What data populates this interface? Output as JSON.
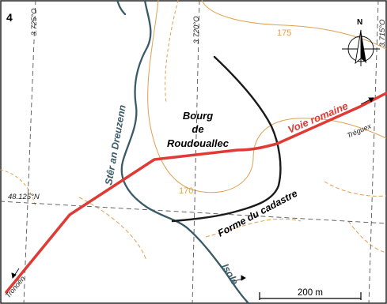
{
  "panel": {
    "number": "4"
  },
  "longitudes": [
    "3.725°O",
    "3.720°O",
    "3.715°O"
  ],
  "latitude": "48.125°N",
  "contours": [
    "175",
    "170"
  ],
  "place": {
    "line1": "Bourg",
    "line2": "de",
    "line3": "Roudouallec"
  },
  "roads": {
    "roman": "Voie romaine",
    "cadastre": "Forme du cadastre"
  },
  "rivers": {
    "main": "Stêr an Dreuzenn",
    "south": "Isole"
  },
  "destinations": {
    "northeast": "Tréguex",
    "southwest": "Tronoën"
  },
  "compass": {
    "north": "N"
  },
  "scale": {
    "label": "200 m"
  },
  "colors": {
    "roman_road": "#e03a35",
    "cadastre": "#1a1a1a",
    "river": "#3a5a68",
    "contour": "#e0a050",
    "grid": "#555555"
  }
}
